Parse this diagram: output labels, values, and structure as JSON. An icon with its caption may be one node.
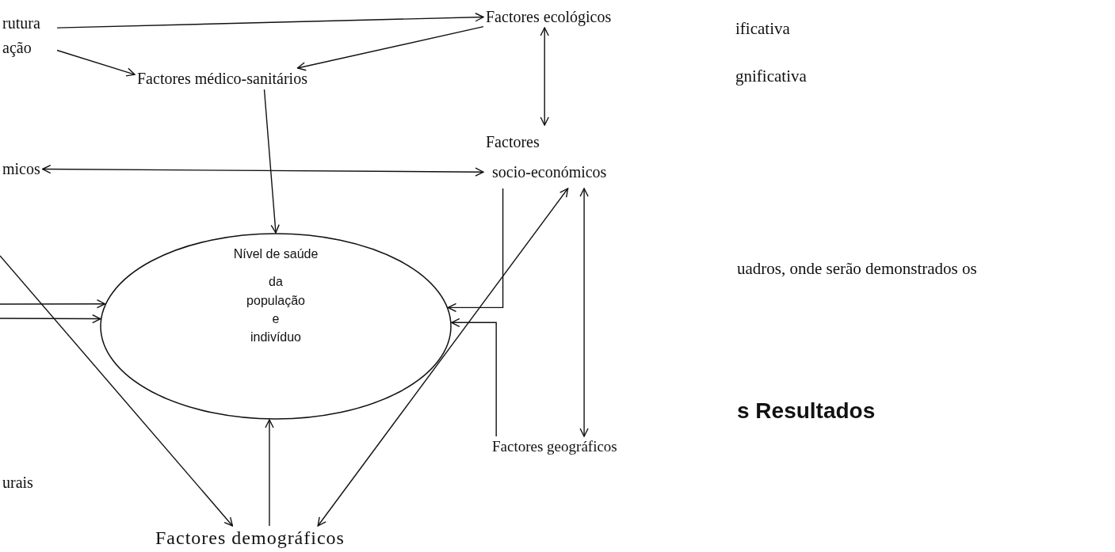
{
  "diagram": {
    "nodes": [
      {
        "text": [
          "rutura ação"
        ]
      },
      {
        "text": [
          "Factores ecológicos"
        ]
      },
      {
        "text": [
          "Factores médico-sanitários"
        ]
      },
      {
        "text": [
          "micos"
        ]
      },
      {
        "text": [
          "Factores",
          "socio-económicos"
        ]
      },
      {
        "text": [
          "Nível de saúde",
          "da população e indivíduo"
        ]
      },
      {
        "text": [
          "Factores geográficos"
        ]
      },
      {
        "text": [
          "urais"
        ]
      },
      {
        "text": [
          "Factores demográficos"
        ]
      }
    ],
    "edges": [
      {
        "from": 0,
        "to": 1,
        "arrow": "to"
      },
      {
        "from": 0,
        "to": 2,
        "arrow": "to"
      },
      {
        "from": 1,
        "to": 2,
        "arrow": "to"
      },
      {
        "from": 2,
        "to": 5,
        "arrow": "to"
      },
      {
        "from": 3,
        "to": 4,
        "arrow": "both"
      },
      {
        "from": 1,
        "to": 4,
        "arrow": "both"
      },
      {
        "from": null,
        "to": 5,
        "arrow": "to"
      },
      {
        "from": null,
        "to": 5,
        "arrow": "to"
      },
      {
        "from": null,
        "to": 8,
        "arrow": "to"
      },
      {
        "from": 8,
        "to": 5,
        "arrow": "to"
      },
      {
        "from": 4,
        "to": 5,
        "arrow": "to"
      },
      {
        "from": 4,
        "to": 8,
        "arrow": "both"
      },
      {
        "from": 4,
        "to": 6,
        "arrow": "both"
      },
      {
        "from": 6,
        "to": 5,
        "arrow": "to"
      }
    ],
    "labels": [
      "ificativa",
      "gnificativa",
      "uadros, onde serão demonstrados os",
      "s Resultados"
    ]
  }
}
